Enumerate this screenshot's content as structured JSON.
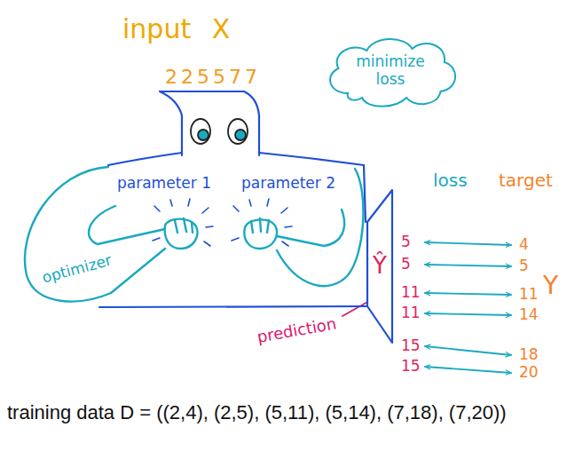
{
  "diagram": {
    "nodes": [
      {
        "text": [
          "minimize loss"
        ]
      },
      {
        "text": [
          "parameter 1",
          "parameter 2"
        ]
      },
      {
        "text": [
          "Ŷ"
        ]
      }
    ],
    "labels": [
      "input X",
      "225577",
      "optimizer",
      "loss",
      "target",
      "5",
      "5",
      "11",
      "11",
      "15",
      "15",
      "4",
      "5",
      "11",
      "14",
      "18",
      "20",
      "Y",
      "prediction",
      "training data D = ((2,4), (2,5), (5,11), (5,14), (7,18), (7,20))"
    ]
  }
}
